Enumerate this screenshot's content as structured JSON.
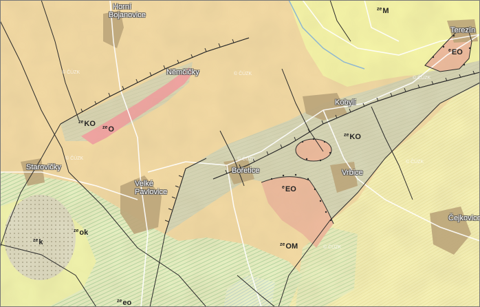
{
  "towns": {
    "horni_bojanovice": [
      "Horní",
      "Bojanovice"
    ],
    "nemcicky": "Němčičky",
    "kobyli": "Kobylí",
    "terezin": "Terezín",
    "staorvicky": "Starovičky",
    "velke_pavlovice": [
      "Velké",
      "Pavlovice"
    ],
    "boretice": "Bořetice",
    "vrbice": "Vrbice",
    "cejkovice": "Čejkovice"
  },
  "units": {
    "zeM": {
      "sup": "ze",
      "text": "M"
    },
    "zeKO_west": {
      "sup": "ze",
      "text": "KO"
    },
    "zeO": {
      "sup": "ze",
      "text": "O"
    },
    "zeKO_east": {
      "sup": "ze",
      "text": "KO"
    },
    "eEO_north": {
      "sup": "e",
      "text": "EO"
    },
    "eEO_south": {
      "sup": "e",
      "text": "EO"
    },
    "zeOM": {
      "sup": "ze",
      "text": "OM"
    },
    "zeok": {
      "sup": "ze",
      "text": "ok"
    },
    "zeeo": {
      "sup": "ze",
      "text": "eo"
    },
    "zek": {
      "sup": "ze",
      "text": "k"
    }
  },
  "watermark": "© ČÚZK",
  "colors": {
    "tan": "#f2d9a4",
    "yellow": "#f4f0a8",
    "pale_yellow": "#fbf7c6",
    "green_hatch": "#b9d6b3",
    "salmon": "#ecbfa0",
    "pink": "#eea4a4",
    "gray_green": "#cfd1b4",
    "dotted": "#d9d7b8",
    "town": "#c8b88e",
    "road": "#ffffff",
    "river": "#8fb7d1",
    "line": "#2a2a2a"
  }
}
